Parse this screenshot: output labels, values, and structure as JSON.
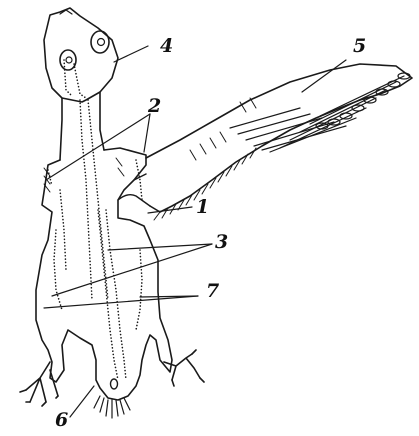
{
  "labels": {
    "l1": "1",
    "l2": "2",
    "l3": "3",
    "l4": "4",
    "l5": "5",
    "l6": "6",
    "l7": "7"
  },
  "colors": {
    "ink": "#1a1a1a",
    "paper": "#ffffff"
  }
}
